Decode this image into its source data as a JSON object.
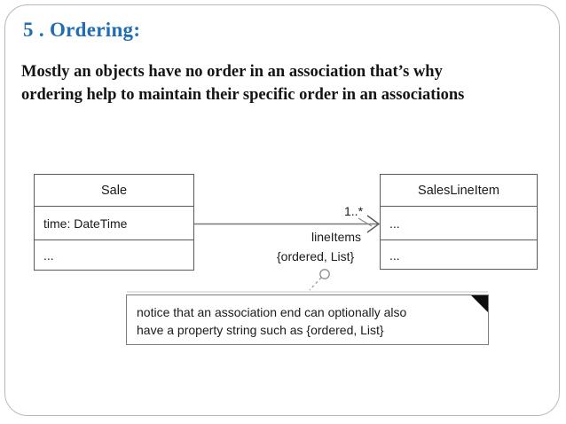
{
  "slide": {
    "title": "5 .  Ordering:",
    "body_lines": [
      "Mostly an objects have no order in an  association that’s why",
      "ordering help to maintain their specific order in an associations"
    ],
    "title_color": "#1f6db5",
    "body_color": "#141414",
    "background_color": "#ffffff",
    "frame_border_color": "#b9b9b9"
  },
  "diagram": {
    "type": "uml-class-diagram",
    "classes": [
      {
        "id": "sale",
        "name": "Sale",
        "compartments": [
          "time: DateTime",
          "..."
        ]
      },
      {
        "id": "saleslineitem",
        "name": "SalesLineItem",
        "compartments": [
          "...",
          "..."
        ]
      }
    ],
    "association": {
      "from": "Sale",
      "to": "SalesLineItem",
      "multiplicity": "1..*",
      "role_name": "lineItems",
      "property_string": "{ordered, List}",
      "line_color": "#7a7a7a",
      "arrow_type": "open-arrow"
    },
    "note": {
      "lines": [
        "notice that an association end can optionally also",
        "have a property string such as {ordered, List}"
      ],
      "anchor": "association-end",
      "fold_color": "#0d0d0d",
      "border_color": "#7d7d7d"
    }
  }
}
